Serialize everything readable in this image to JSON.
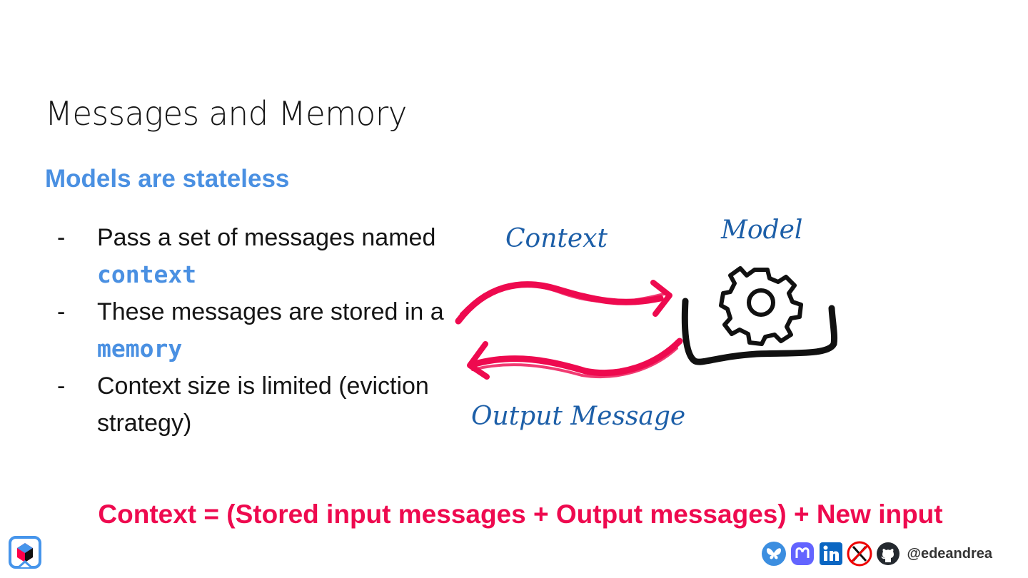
{
  "slide": {
    "title": "Messages and Memory",
    "subtitle": "Models are stateless",
    "bullets": [
      {
        "dash": "-",
        "before": "Pass a set of messages named ",
        "code": "context",
        "after": ""
      },
      {
        "dash": "-",
        "before": "These messages are stored in a ",
        "code": "memory",
        "after": ""
      },
      {
        "dash": "-",
        "before": "Context size is limited (eviction strategy)",
        "code": "",
        "after": ""
      }
    ],
    "formula": "Context = (Stored input messages + Output messages) + New input"
  },
  "diagram": {
    "context_label": "Context",
    "model_label": "Model",
    "output_label": "Output Message",
    "arrow_color": "#ee0a4f",
    "label_color": "#1d5fa8"
  },
  "footer": {
    "handle": "@edeandrea",
    "icons": [
      "bluesky-icon",
      "mastodon-icon",
      "linkedin-icon",
      "x-icon",
      "github-icon"
    ]
  }
}
